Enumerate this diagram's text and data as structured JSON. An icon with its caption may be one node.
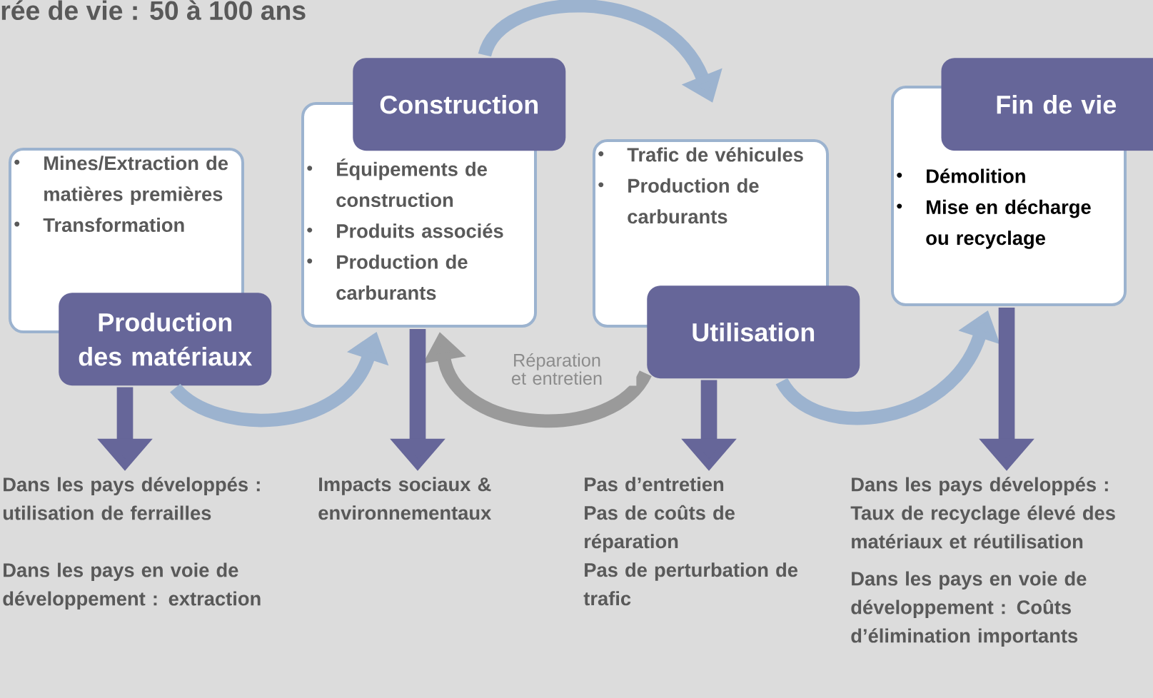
{
  "diagram": {
    "title": "rée de vie : 50 à 100 ans",
    "nodes": [
      {
        "text": [
          "Mines/Extraction de matières premières",
          "Transformation",
          "Production des matériaux"
        ]
      },
      {
        "text": [
          "Construction",
          "Équipements de construction",
          "Produits associés",
          "Production de carburants"
        ]
      },
      {
        "text": [
          "Trafic de véhicules",
          "Production de carburants",
          "Utilisation"
        ]
      },
      {
        "text": [
          "Fin de vie",
          "Démolition",
          "Mise en décharge ou recyclage"
        ]
      },
      {
        "text": [
          "Dans les pays développés : utilisation de ferrailles",
          "Dans les pays en voie de développement : extraction"
        ]
      },
      {
        "text": [
          "Impacts sociaux & environnementaux"
        ]
      },
      {
        "text": [
          "Pas d’entretien",
          "Pas de coûts de réparation",
          "Pas de perturbation de trafic"
        ]
      },
      {
        "text": [
          "Dans les pays développés : Taux de recyclage élevé des matériaux et réutilisation",
          "Dans les pays en voie de développement : Coûts d’élimination importants"
        ]
      }
    ],
    "edges": [
      {
        "from": 0,
        "to": 1,
        "arrow": "to",
        "color": "#9cb3cf"
      },
      {
        "from": 1,
        "to": 2,
        "arrow": "to",
        "color": "#9cb3cf"
      },
      {
        "from": 2,
        "to": 1,
        "arrow": "to",
        "color": "#9a9a9a",
        "label": "Réparation et entretien"
      },
      {
        "from": 2,
        "to": 3,
        "arrow": "to",
        "color": "#9cb3cf"
      },
      {
        "from": 0,
        "to": 4,
        "arrow": "to"
      },
      {
        "from": 1,
        "to": 5,
        "arrow": "to"
      },
      {
        "from": 2,
        "to": 6,
        "arrow": "to"
      },
      {
        "from": 3,
        "to": 7,
        "arrow": "to"
      }
    ]
  }
}
